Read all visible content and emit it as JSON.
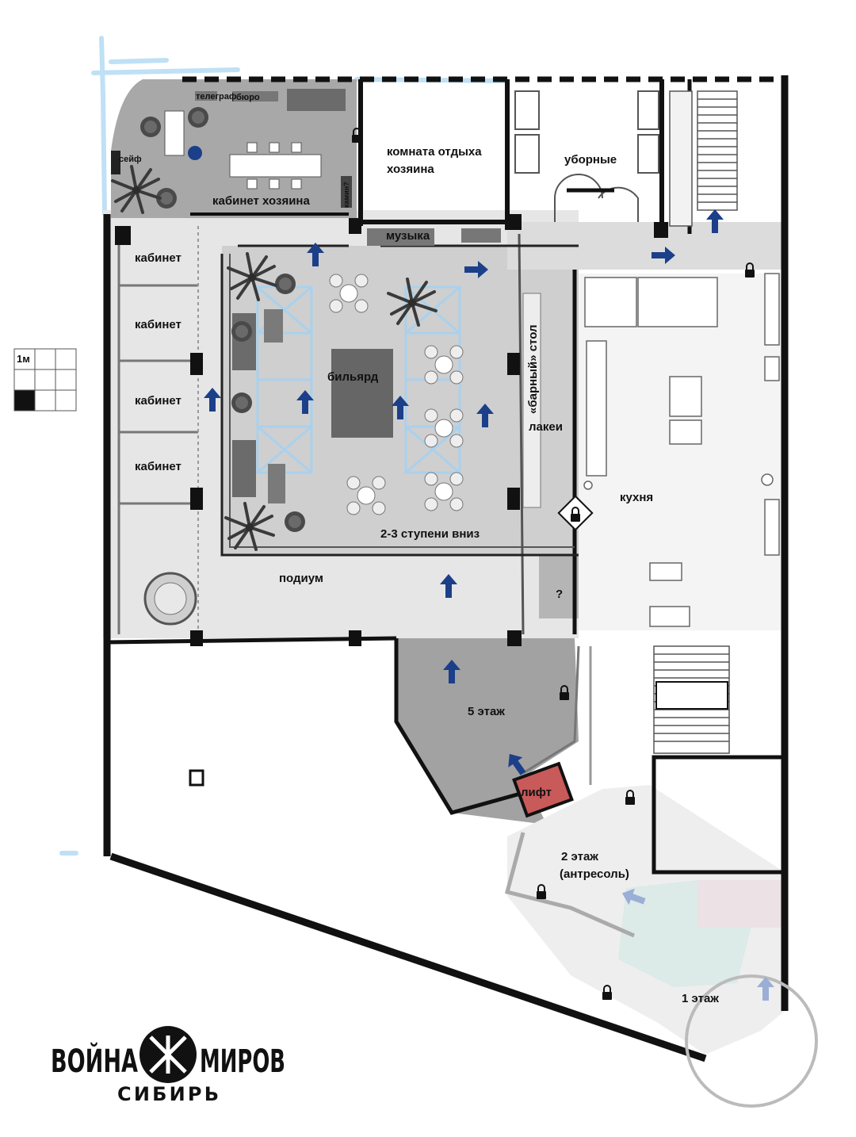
{
  "rooms": {
    "owner_cabinet": "кабинет хозяина",
    "owner_rest": "комната отдыха хозяина",
    "restrooms": "уборные",
    "cabinet": "кабинет",
    "billiard": "бильярд",
    "music": "музыка",
    "bar_counter": "«барный» стол",
    "lackeys": "лакеи",
    "kitchen": "кухня",
    "steps_down": "2-3 ступени вниз",
    "podium": "подиум",
    "floor5": "5 этаж",
    "lift": "лифт",
    "floor2": "2 этаж",
    "floor2_sub": "(антресоль)",
    "floor1": "1 этаж",
    "unknown": "?"
  },
  "fixtures": {
    "telegraph": "телеграф",
    "bureau": "бюро",
    "safe": "сейф",
    "fireplace": "камин?"
  },
  "scale": {
    "label": "1м"
  },
  "logo": {
    "left": "ВОЙНА",
    "right": "МИРОВ",
    "sub": "СИБИРЬ"
  },
  "colors": {
    "wall": "#111111",
    "arrow": "#1c3f8a",
    "arrow_faded": "#9aaed6",
    "lift": "#c95a5a",
    "glass": "#a9d1ee"
  }
}
